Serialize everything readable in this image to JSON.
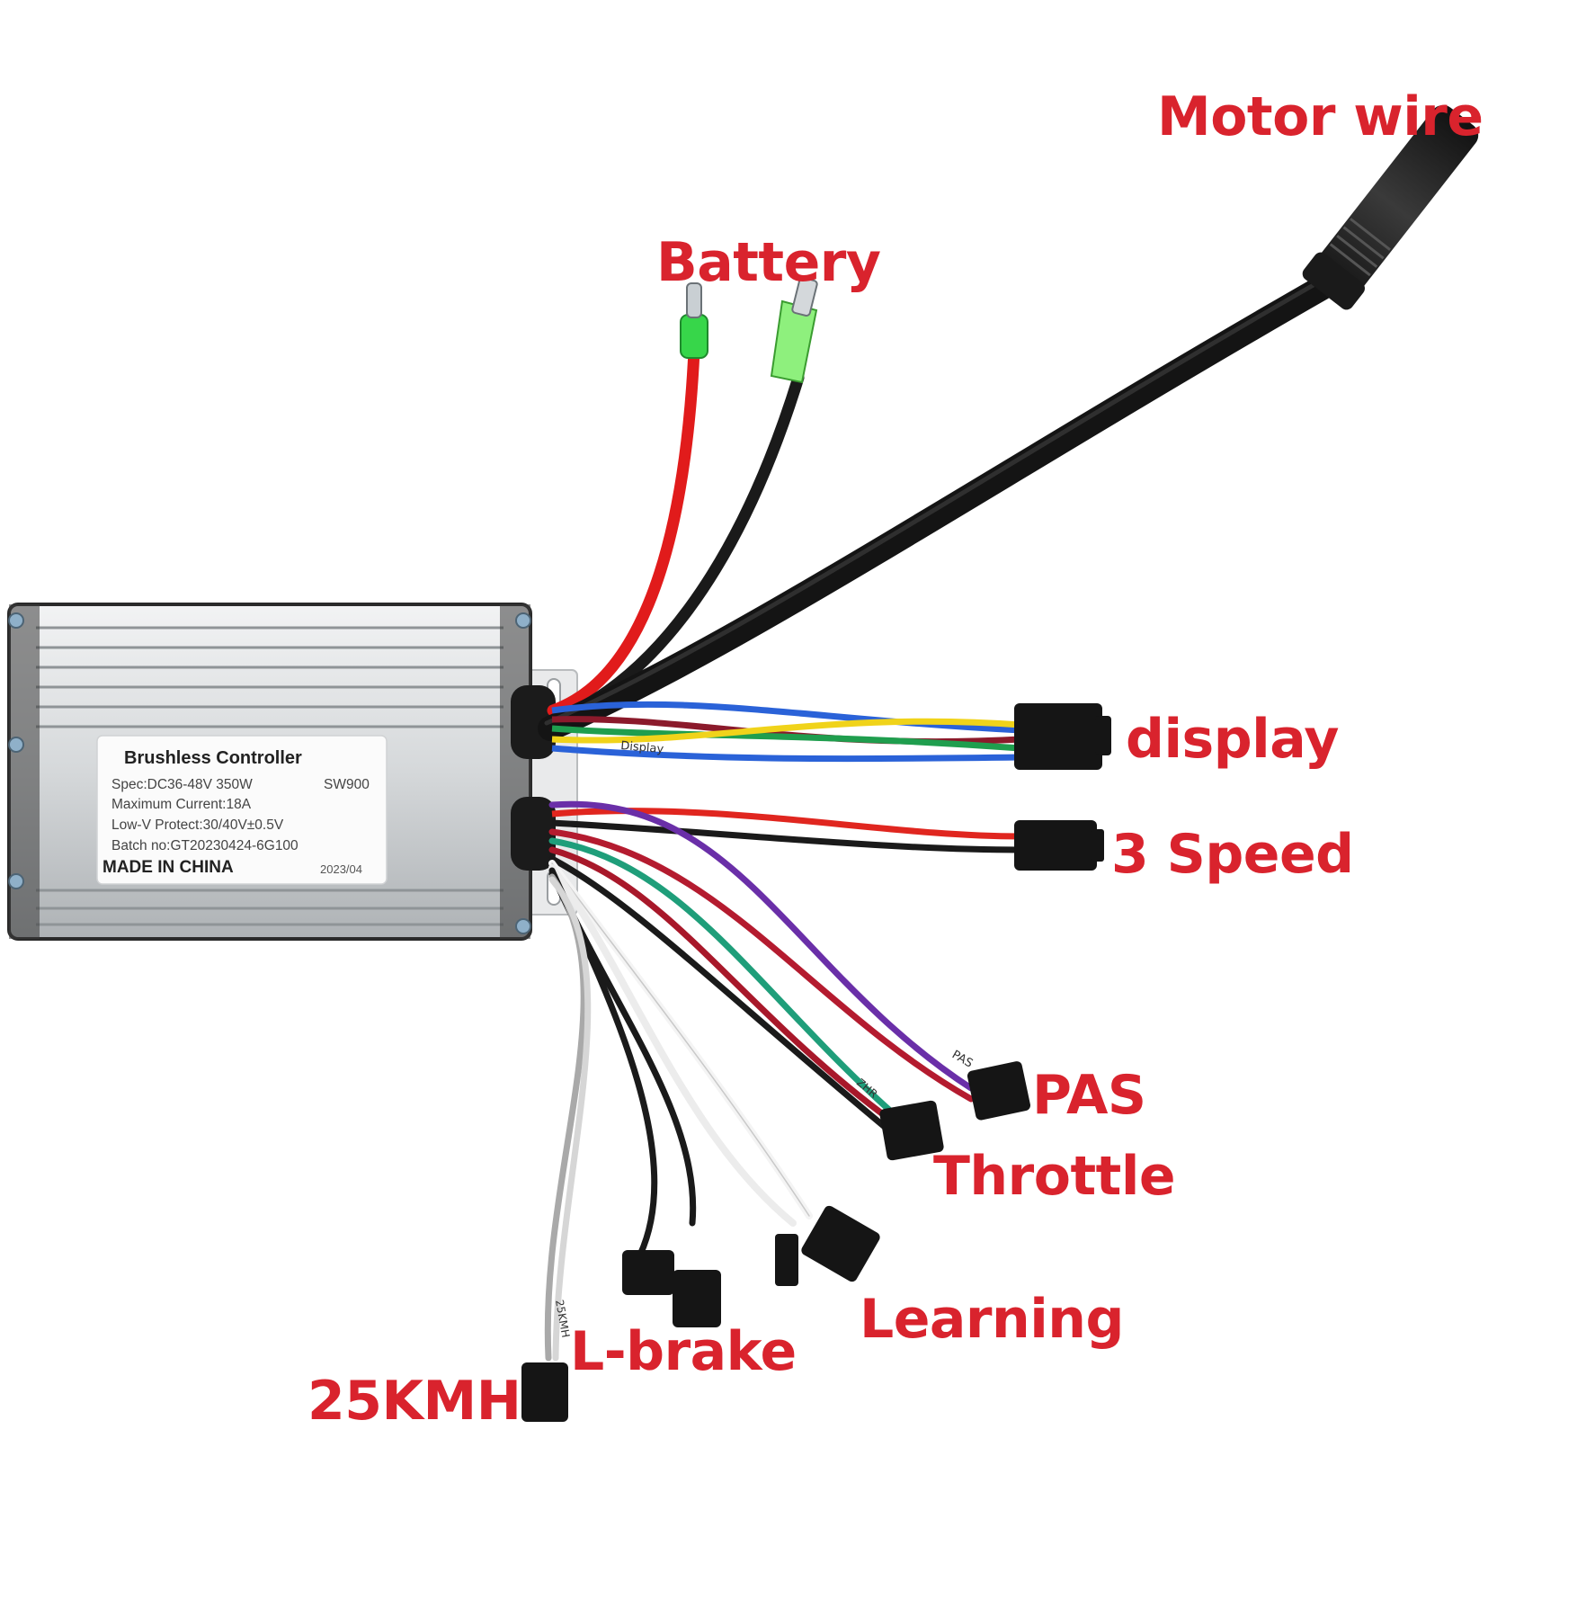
{
  "callouts": {
    "motor_wire": "Motor wire",
    "battery": "Battery",
    "display": "display",
    "three_speed": "3 Speed",
    "pas": "PAS",
    "throttle": "Throttle",
    "learning": "Learning",
    "l_brake": "L-brake",
    "kmh25": "25KMH"
  },
  "label_plate": {
    "title": "Brushless Controller",
    "spec": "Spec:DC36-48V  350W",
    "model": "SW900",
    "current": "Maximum Current:18A",
    "low_v": "Low-V Protect:30/40V±0.5V",
    "batch": "Batch no:GT20230424-6G100",
    "made_in": "MADE IN CHINA",
    "date": "2023/04"
  },
  "wire_tags": {
    "display": "Display",
    "pas": "PAS",
    "throttle": "ZHR",
    "kmh": "25KMH"
  },
  "colors": {
    "callout_red": "#d9232d",
    "battery_positive": "#e11b1b",
    "battery_negative": "#1a1a1a",
    "terminal_green": "#37d64a",
    "housing": "#d8dadc"
  }
}
